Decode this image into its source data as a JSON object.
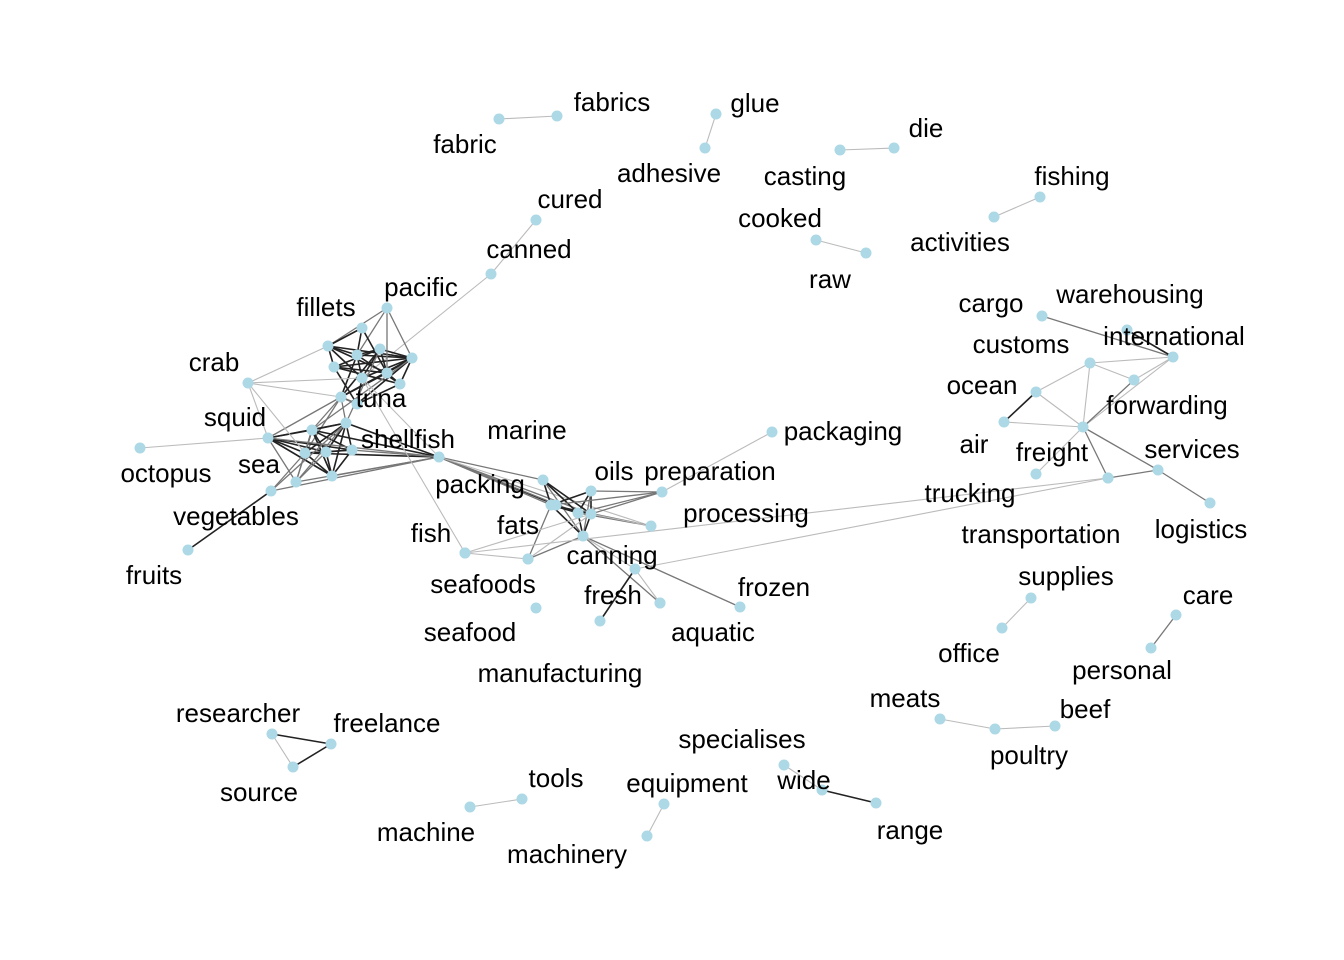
{
  "colors": {
    "node": "#add8e6",
    "edge_strong": "#222222",
    "edge_medium": "#777777",
    "edge_light": "#bbbbbb",
    "label": "#000000",
    "background": "#ffffff"
  },
  "nodes": [
    {
      "id": "fabric",
      "label": "fabric"
    },
    {
      "id": "fabrics",
      "label": "fabrics"
    },
    {
      "id": "glue",
      "label": "glue"
    },
    {
      "id": "adhesive",
      "label": "adhesive"
    },
    {
      "id": "casting",
      "label": "casting"
    },
    {
      "id": "die",
      "label": "die"
    },
    {
      "id": "fishing",
      "label": "fishing"
    },
    {
      "id": "activities",
      "label": "activities"
    },
    {
      "id": "cooked",
      "label": "cooked"
    },
    {
      "id": "raw",
      "label": "raw"
    },
    {
      "id": "cured",
      "label": "cured"
    },
    {
      "id": "canned",
      "label": "canned"
    },
    {
      "id": "pacific",
      "label": "pacific"
    },
    {
      "id": "fillets",
      "label": "fillets"
    },
    {
      "id": "crab",
      "label": "crab"
    },
    {
      "id": "tuna",
      "label": "tuna"
    },
    {
      "id": "squid",
      "label": "squid"
    },
    {
      "id": "shellfish",
      "label": "shellfish"
    },
    {
      "id": "octopus",
      "label": "octopus"
    },
    {
      "id": "sea",
      "label": "sea"
    },
    {
      "id": "vegetables",
      "label": "vegetables"
    },
    {
      "id": "fruits",
      "label": "fruits"
    },
    {
      "id": "marine",
      "label": "marine"
    },
    {
      "id": "packaging",
      "label": "packaging"
    },
    {
      "id": "oils",
      "label": "oils"
    },
    {
      "id": "preparation",
      "label": "preparation"
    },
    {
      "id": "packing",
      "label": "packing"
    },
    {
      "id": "processing",
      "label": "processing"
    },
    {
      "id": "fats",
      "label": "fats"
    },
    {
      "id": "fish",
      "label": "fish"
    },
    {
      "id": "canning",
      "label": "canning"
    },
    {
      "id": "seafoods",
      "label": "seafoods"
    },
    {
      "id": "fresh",
      "label": "fresh"
    },
    {
      "id": "frozen",
      "label": "frozen"
    },
    {
      "id": "seafood",
      "label": "seafood"
    },
    {
      "id": "aquatic",
      "label": "aquatic"
    },
    {
      "id": "manufacturing",
      "label": "manufacturing"
    },
    {
      "id": "cargo",
      "label": "cargo"
    },
    {
      "id": "warehousing",
      "label": "warehousing"
    },
    {
      "id": "customs",
      "label": "customs"
    },
    {
      "id": "international",
      "label": "international"
    },
    {
      "id": "ocean",
      "label": "ocean"
    },
    {
      "id": "forwarding",
      "label": "forwarding"
    },
    {
      "id": "air",
      "label": "air"
    },
    {
      "id": "freight",
      "label": "freight"
    },
    {
      "id": "services",
      "label": "services"
    },
    {
      "id": "trucking",
      "label": "trucking"
    },
    {
      "id": "transportation",
      "label": "transportation"
    },
    {
      "id": "logistics",
      "label": "logistics"
    },
    {
      "id": "supplies",
      "label": "supplies"
    },
    {
      "id": "office",
      "label": "office"
    },
    {
      "id": "care",
      "label": "care"
    },
    {
      "id": "personal",
      "label": "personal"
    },
    {
      "id": "meats",
      "label": "meats"
    },
    {
      "id": "beef",
      "label": "beef"
    },
    {
      "id": "poultry",
      "label": "poultry"
    },
    {
      "id": "researcher",
      "label": "researcher"
    },
    {
      "id": "freelance",
      "label": "freelance"
    },
    {
      "id": "source",
      "label": "source"
    },
    {
      "id": "tools",
      "label": "tools"
    },
    {
      "id": "machine",
      "label": "machine"
    },
    {
      "id": "specialises",
      "label": "specialises"
    },
    {
      "id": "equipment",
      "label": "equipment"
    },
    {
      "id": "wide",
      "label": "wide"
    },
    {
      "id": "range",
      "label": "range"
    },
    {
      "id": "machinery",
      "label": "machinery"
    },
    {
      "id": "u1",
      "label": ""
    },
    {
      "id": "u2",
      "label": ""
    },
    {
      "id": "u3",
      "label": ""
    },
    {
      "id": "u4",
      "label": ""
    },
    {
      "id": "u5",
      "label": ""
    },
    {
      "id": "u6",
      "label": ""
    },
    {
      "id": "u7",
      "label": ""
    },
    {
      "id": "u8",
      "label": ""
    },
    {
      "id": "u9",
      "label": ""
    },
    {
      "id": "u10",
      "label": ""
    },
    {
      "id": "u11",
      "label": ""
    },
    {
      "id": "u12",
      "label": ""
    },
    {
      "id": "u13",
      "label": ""
    },
    {
      "id": "u14",
      "label": ""
    },
    {
      "id": "u15",
      "label": ""
    },
    {
      "id": "u16",
      "label": ""
    },
    {
      "id": "u17",
      "label": ""
    },
    {
      "id": "u18",
      "label": ""
    },
    {
      "id": "u19",
      "label": ""
    },
    {
      "id": "u20",
      "label": ""
    },
    {
      "id": "u21",
      "label": ""
    }
  ],
  "edges": [
    {
      "source": "fabric",
      "target": "fabrics",
      "weight": 1
    },
    {
      "source": "adhesive",
      "target": "glue",
      "weight": 1
    },
    {
      "source": "casting",
      "target": "die",
      "weight": 1
    },
    {
      "source": "activities",
      "target": "fishing",
      "weight": 1
    },
    {
      "source": "cooked",
      "target": "raw",
      "weight": 1
    },
    {
      "source": "canned",
      "target": "cured",
      "weight": 1
    },
    {
      "source": "canned",
      "target": "u9",
      "weight": 1
    },
    {
      "source": "u1",
      "target": "u2",
      "weight": 3
    },
    {
      "source": "u1",
      "target": "u3",
      "weight": 3
    },
    {
      "source": "u1",
      "target": "u4",
      "weight": 3
    },
    {
      "source": "u1",
      "target": "u5",
      "weight": 3
    },
    {
      "source": "u1",
      "target": "u6",
      "weight": 3
    },
    {
      "source": "u1",
      "target": "u7",
      "weight": 3
    },
    {
      "source": "u1",
      "target": "u8",
      "weight": 3
    },
    {
      "source": "u1",
      "target": "u9",
      "weight": 3
    },
    {
      "source": "u2",
      "target": "u3",
      "weight": 3
    },
    {
      "source": "u2",
      "target": "u5",
      "weight": 3
    },
    {
      "source": "u2",
      "target": "u6",
      "weight": 3
    },
    {
      "source": "u2",
      "target": "u9",
      "weight": 3
    },
    {
      "source": "u3",
      "target": "u4",
      "weight": 3
    },
    {
      "source": "u3",
      "target": "u7",
      "weight": 3
    },
    {
      "source": "u3",
      "target": "u9",
      "weight": 3
    },
    {
      "source": "u4",
      "target": "u5",
      "weight": 3
    },
    {
      "source": "u4",
      "target": "u6",
      "weight": 3
    },
    {
      "source": "u4",
      "target": "u9",
      "weight": 3
    },
    {
      "source": "u5",
      "target": "u6",
      "weight": 3
    },
    {
      "source": "u5",
      "target": "u7",
      "weight": 3
    },
    {
      "source": "u6",
      "target": "u7",
      "weight": 3
    },
    {
      "source": "u6",
      "target": "u8",
      "weight": 3
    },
    {
      "source": "u7",
      "target": "u8",
      "weight": 3
    },
    {
      "source": "u8",
      "target": "u9",
      "weight": 3
    },
    {
      "source": "pacific",
      "target": "u1",
      "weight": 2
    },
    {
      "source": "pacific",
      "target": "u2",
      "weight": 2
    },
    {
      "source": "pacific",
      "target": "u3",
      "weight": 2
    },
    {
      "source": "pacific",
      "target": "u5",
      "weight": 2
    },
    {
      "source": "fillets",
      "target": "u2",
      "weight": 3
    },
    {
      "source": "fillets",
      "target": "u3",
      "weight": 3
    },
    {
      "source": "fillets",
      "target": "u5",
      "weight": 3
    },
    {
      "source": "tuna",
      "target": "u1",
      "weight": 3
    },
    {
      "source": "tuna",
      "target": "u3",
      "weight": 3
    },
    {
      "source": "tuna",
      "target": "u4",
      "weight": 3
    },
    {
      "source": "tuna",
      "target": "u5",
      "weight": 3
    },
    {
      "source": "tuna",
      "target": "u8",
      "weight": 3
    },
    {
      "source": "tuna",
      "target": "u10",
      "weight": 2
    },
    {
      "source": "tuna",
      "target": "u11",
      "weight": 2
    },
    {
      "source": "tuna",
      "target": "u12",
      "weight": 2
    },
    {
      "source": "tuna",
      "target": "squid",
      "weight": 2
    },
    {
      "source": "u10",
      "target": "u11",
      "weight": 3
    },
    {
      "source": "u10",
      "target": "u12",
      "weight": 3
    },
    {
      "source": "u10",
      "target": "u13",
      "weight": 3
    },
    {
      "source": "u10",
      "target": "u14",
      "weight": 3
    },
    {
      "source": "u10",
      "target": "u15",
      "weight": 3
    },
    {
      "source": "u10",
      "target": "shellfish",
      "weight": 3
    },
    {
      "source": "u11",
      "target": "u12",
      "weight": 3
    },
    {
      "source": "u11",
      "target": "u13",
      "weight": 3
    },
    {
      "source": "u11",
      "target": "u14",
      "weight": 3
    },
    {
      "source": "u11",
      "target": "u15",
      "weight": 3
    },
    {
      "source": "u11",
      "target": "shellfish",
      "weight": 3
    },
    {
      "source": "u12",
      "target": "u13",
      "weight": 3
    },
    {
      "source": "u12",
      "target": "u14",
      "weight": 3
    },
    {
      "source": "u12",
      "target": "u15",
      "weight": 3
    },
    {
      "source": "u12",
      "target": "shellfish",
      "weight": 3
    },
    {
      "source": "u13",
      "target": "u14",
      "weight": 3
    },
    {
      "source": "u13",
      "target": "u15",
      "weight": 3
    },
    {
      "source": "u14",
      "target": "u15",
      "weight": 3
    },
    {
      "source": "u14",
      "target": "shellfish",
      "weight": 2
    },
    {
      "source": "u15",
      "target": "shellfish",
      "weight": 2
    },
    {
      "source": "squid",
      "target": "u10",
      "weight": 3
    },
    {
      "source": "squid",
      "target": "u11",
      "weight": 3
    },
    {
      "source": "squid",
      "target": "u12",
      "weight": 3
    },
    {
      "source": "squid",
      "target": "u13",
      "weight": 3
    },
    {
      "source": "squid",
      "target": "u14",
      "weight": 3
    },
    {
      "source": "squid",
      "target": "u15",
      "weight": 3
    },
    {
      "source": "squid",
      "target": "shellfish",
      "weight": 2
    },
    {
      "source": "sea",
      "target": "u10",
      "weight": 2
    },
    {
      "source": "sea",
      "target": "u11",
      "weight": 2
    },
    {
      "source": "sea",
      "target": "u12",
      "weight": 2
    },
    {
      "source": "sea",
      "target": "u13",
      "weight": 2
    },
    {
      "source": "sea",
      "target": "squid",
      "weight": 2
    },
    {
      "source": "sea",
      "target": "shellfish",
      "weight": 2
    },
    {
      "source": "vegetables",
      "target": "u11",
      "weight": 2
    },
    {
      "source": "vegetables",
      "target": "u12",
      "weight": 2
    },
    {
      "source": "vegetables",
      "target": "shellfish",
      "weight": 2
    },
    {
      "source": "fruits",
      "target": "vegetables",
      "weight": 3
    },
    {
      "source": "octopus",
      "target": "squid",
      "weight": 1
    },
    {
      "source": "crab",
      "target": "u2",
      "weight": 1
    },
    {
      "source": "crab",
      "target": "u9",
      "weight": 1
    },
    {
      "source": "crab",
      "target": "tuna",
      "weight": 1
    },
    {
      "source": "crab",
      "target": "squid",
      "weight": 1
    },
    {
      "source": "crab",
      "target": "u12",
      "weight": 1
    },
    {
      "source": "u1",
      "target": "u10",
      "weight": 2
    },
    {
      "source": "u4",
      "target": "u11",
      "weight": 2
    },
    {
      "source": "u8",
      "target": "tuna",
      "weight": 2
    },
    {
      "source": "u9",
      "target": "shellfish",
      "weight": 1
    },
    {
      "source": "u9",
      "target": "fish",
      "weight": 1
    },
    {
      "source": "shellfish",
      "target": "packing",
      "weight": 3
    },
    {
      "source": "shellfish",
      "target": "marine",
      "weight": 2
    },
    {
      "source": "shellfish",
      "target": "u17",
      "weight": 2
    },
    {
      "source": "shellfish",
      "target": "fats",
      "weight": 2
    },
    {
      "source": "shellfish",
      "target": "u16",
      "weight": 2
    },
    {
      "source": "shellfish",
      "target": "processing",
      "weight": 1
    },
    {
      "source": "marine",
      "target": "u17",
      "weight": 3
    },
    {
      "source": "marine",
      "target": "canning",
      "weight": 2
    },
    {
      "source": "marine",
      "target": "fats",
      "weight": 3
    },
    {
      "source": "marine",
      "target": "u16",
      "weight": 3
    },
    {
      "source": "oils",
      "target": "u16",
      "weight": 3
    },
    {
      "source": "oils",
      "target": "fats",
      "weight": 3
    },
    {
      "source": "oils",
      "target": "u17",
      "weight": 3
    },
    {
      "source": "oils",
      "target": "canning",
      "weight": 2
    },
    {
      "source": "preparation",
      "target": "u16",
      "weight": 2
    },
    {
      "source": "preparation",
      "target": "fats",
      "weight": 2
    },
    {
      "source": "preparation",
      "target": "u17",
      "weight": 2
    },
    {
      "source": "preparation",
      "target": "oils",
      "weight": 2
    },
    {
      "source": "preparation",
      "target": "packaging",
      "weight": 1
    },
    {
      "source": "processing",
      "target": "u16",
      "weight": 2
    },
    {
      "source": "processing",
      "target": "fats",
      "weight": 2
    },
    {
      "source": "processing",
      "target": "u17",
      "weight": 1
    },
    {
      "source": "u17",
      "target": "canning",
      "weight": 3
    },
    {
      "source": "u17",
      "target": "u16",
      "weight": 3
    },
    {
      "source": "fats",
      "target": "canning",
      "weight": 3
    },
    {
      "source": "u16",
      "target": "fats",
      "weight": 3
    },
    {
      "source": "u16",
      "target": "canning",
      "weight": 3
    },
    {
      "source": "u16",
      "target": "u18",
      "weight": 2
    },
    {
      "source": "canning",
      "target": "u18",
      "weight": 2
    },
    {
      "source": "canning",
      "target": "frozen",
      "weight": 2
    },
    {
      "source": "canning",
      "target": "u19",
      "weight": 2
    },
    {
      "source": "canning",
      "target": "fresh",
      "weight": 1
    },
    {
      "source": "fish",
      "target": "u18",
      "weight": 1
    },
    {
      "source": "fish",
      "target": "u20",
      "weight": 1
    },
    {
      "source": "u18",
      "target": "u17",
      "weight": 1
    },
    {
      "source": "u20",
      "target": "u21",
      "weight": 1
    },
    {
      "source": "u20",
      "target": "u17",
      "weight": 1
    },
    {
      "source": "u21",
      "target": "fresh",
      "weight": 1
    },
    {
      "source": "fresh",
      "target": "u19",
      "weight": 1
    },
    {
      "source": "fresh",
      "target": "manufacturing",
      "weight": 3
    },
    {
      "source": "cargo",
      "target": "international",
      "weight": 2
    },
    {
      "source": "warehousing",
      "target": "international",
      "weight": 3
    },
    {
      "source": "customs",
      "target": "international",
      "weight": 1
    },
    {
      "source": "customs",
      "target": "ocean",
      "weight": 1
    },
    {
      "source": "customs",
      "target": "freight",
      "weight": 1
    },
    {
      "source": "customs",
      "target": "forwarding",
      "weight": 1
    },
    {
      "source": "international",
      "target": "forwarding",
      "weight": 1
    },
    {
      "source": "international",
      "target": "freight",
      "weight": 1
    },
    {
      "source": "forwarding",
      "target": "freight",
      "weight": 2
    },
    {
      "source": "ocean",
      "target": "freight",
      "weight": 1
    },
    {
      "source": "ocean",
      "target": "air",
      "weight": 3
    },
    {
      "source": "air",
      "target": "freight",
      "weight": 1
    },
    {
      "source": "trucking",
      "target": "freight",
      "weight": 1
    },
    {
      "source": "freight",
      "target": "services",
      "weight": 2
    },
    {
      "source": "freight",
      "target": "transportation",
      "weight": 2
    },
    {
      "source": "services",
      "target": "transportation",
      "weight": 2
    },
    {
      "source": "services",
      "target": "logistics",
      "weight": 2
    },
    {
      "source": "transportation",
      "target": "u21",
      "weight": 0
    },
    {
      "source": "supplies",
      "target": "office",
      "weight": 1
    },
    {
      "source": "care",
      "target": "personal",
      "weight": 2
    },
    {
      "source": "meats",
      "target": "poultry",
      "weight": 1
    },
    {
      "source": "poultry",
      "target": "beef",
      "weight": 1
    },
    {
      "source": "researcher",
      "target": "freelance",
      "weight": 3
    },
    {
      "source": "researcher",
      "target": "source",
      "weight": 1
    },
    {
      "source": "source",
      "target": "freelance",
      "weight": 3
    },
    {
      "source": "machine",
      "target": "tools",
      "weight": 1
    },
    {
      "source": "equipment",
      "target": "machinery",
      "weight": 1
    },
    {
      "source": "wide",
      "target": "range",
      "weight": 3
    },
    {
      "source": "specialises",
      "target": "wide",
      "weight": 1
    }
  ]
}
